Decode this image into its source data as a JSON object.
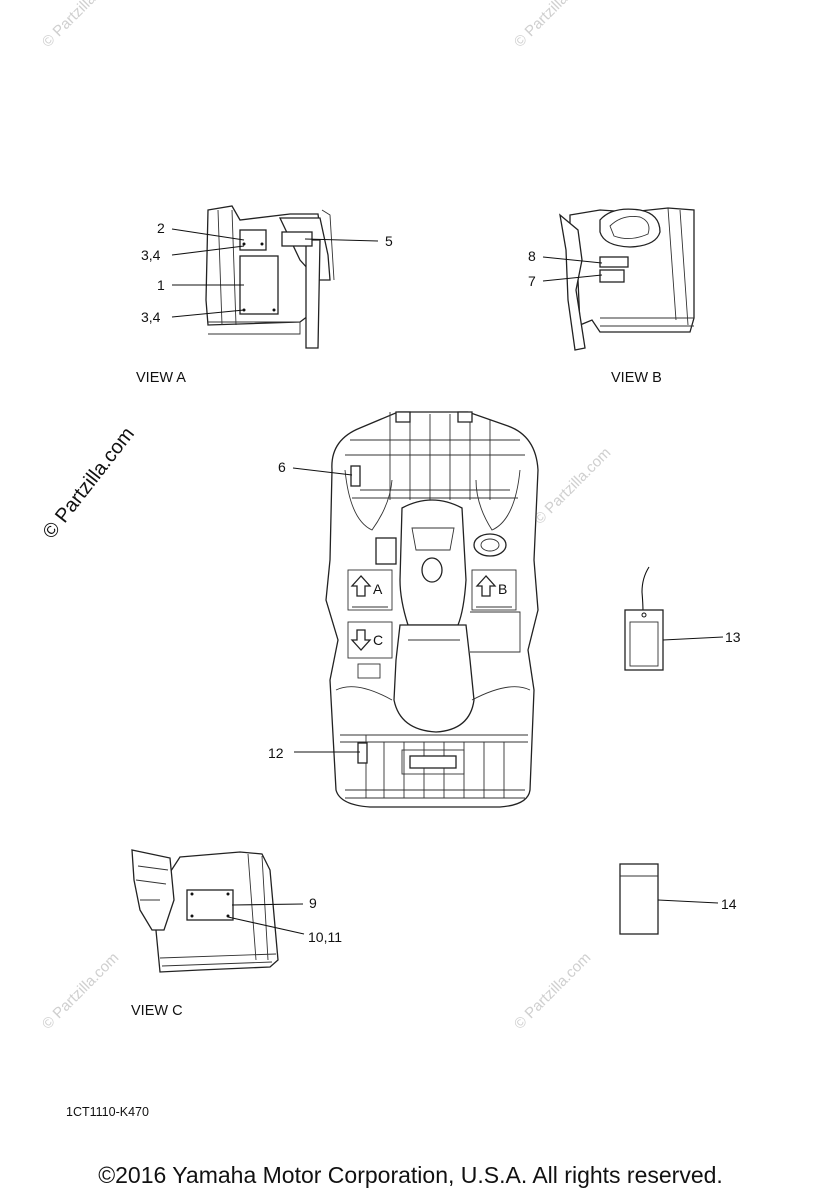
{
  "callouts": {
    "c1": "1",
    "c2": "2",
    "c34a": "3,4",
    "c34b": "3,4",
    "c5": "5",
    "c6": "6",
    "c7": "7",
    "c8": "8",
    "c9": "9",
    "c1011": "10,11",
    "c12": "12",
    "c13": "13",
    "c14": "14"
  },
  "views": {
    "a": "VIEW A",
    "b": "VIEW B",
    "c": "VIEW C"
  },
  "arrows": {
    "a": "A",
    "b": "B",
    "c": "C"
  },
  "diagram_code": "1CT1110-K470",
  "watermark": {
    "main": "© Partzilla.com",
    "faint": "© Partzilla.com"
  },
  "copyright": "©2016 Yamaha Motor Corporation, U.S.A. All rights reserved."
}
